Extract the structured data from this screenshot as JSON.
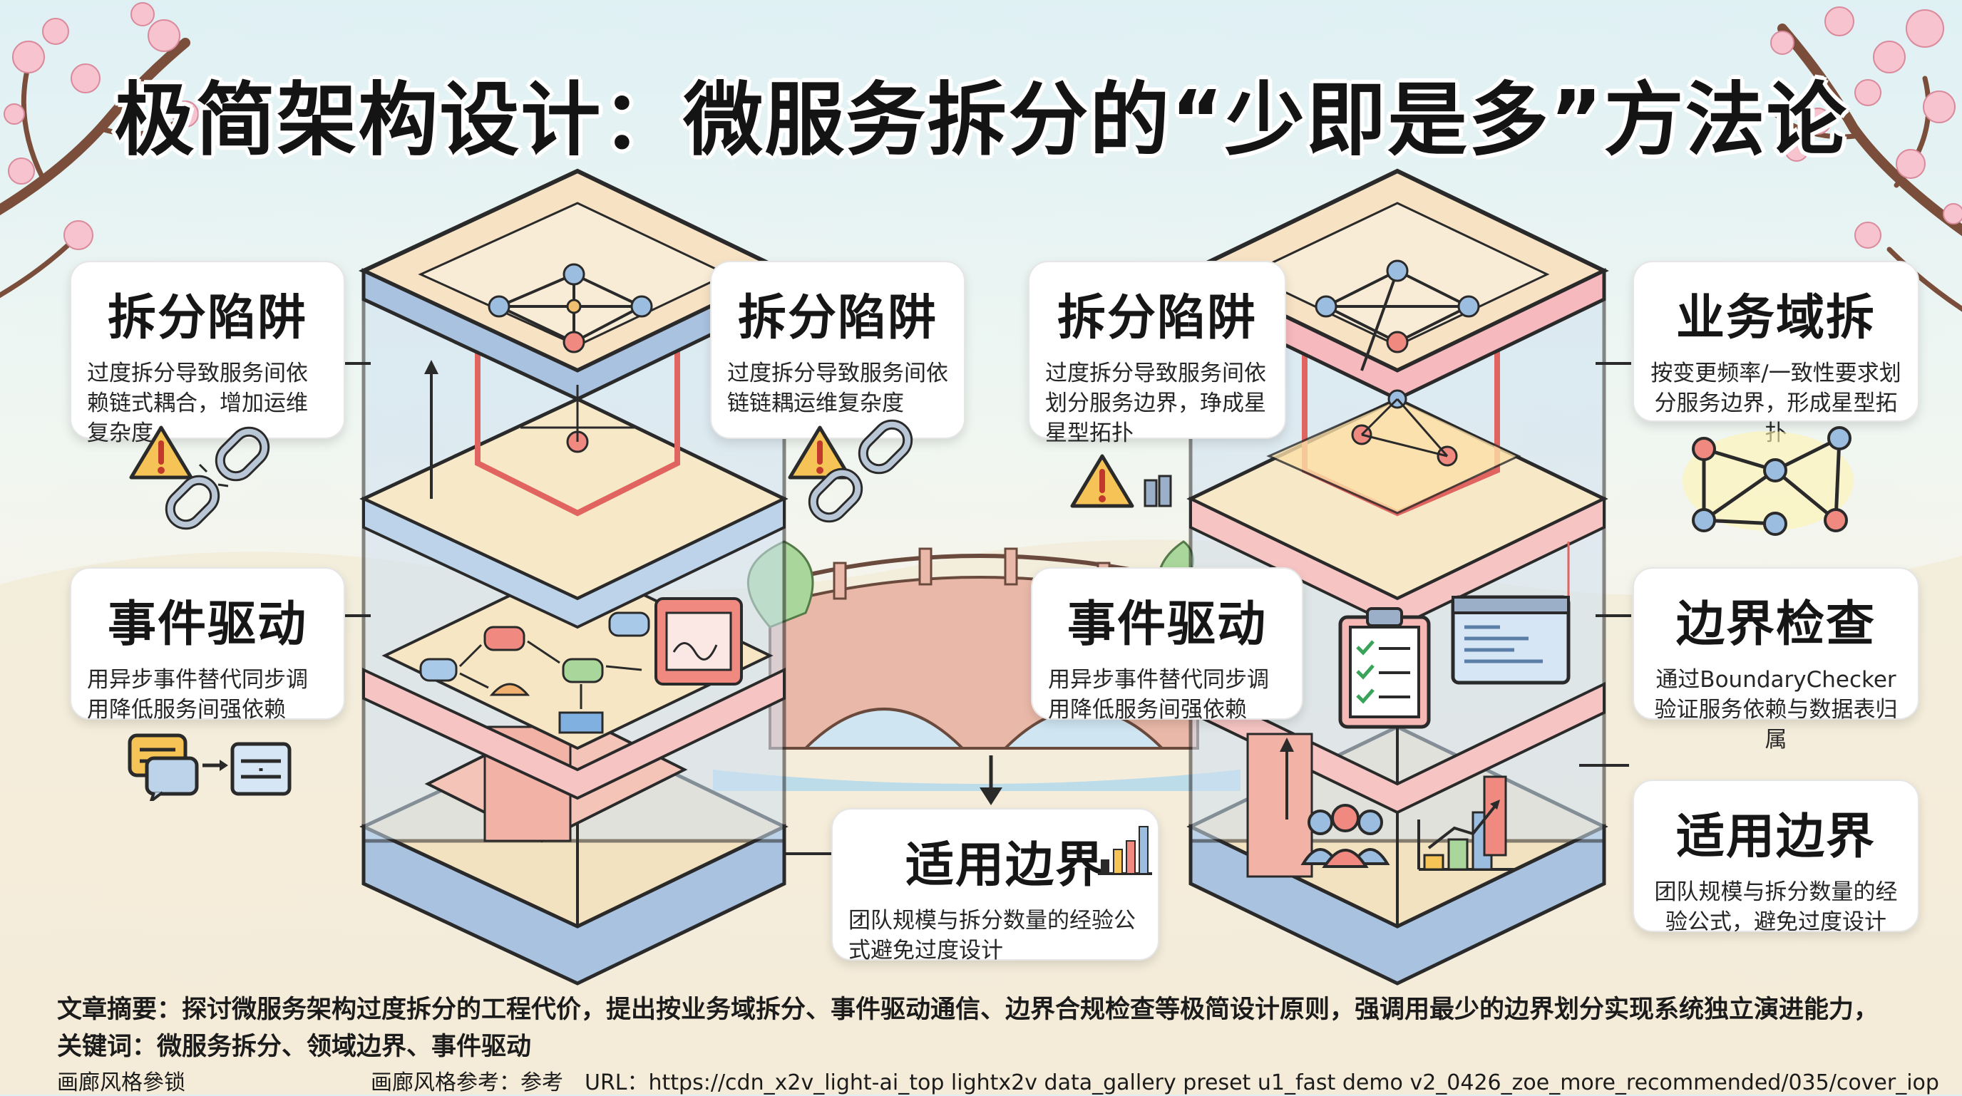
{
  "title": "极简架构设计：微服务拆分的“少即是多”方法论",
  "cards": {
    "trap_1": {
      "heading": "拆分陷阱",
      "body": "过度拆分导致服务间依赖链式耦合，增加运维复杂度"
    },
    "trap_2": {
      "heading": "拆分陷阱",
      "body": "过度拆分导致服务间依链链耦运维复杂度"
    },
    "trap_3": {
      "heading": "拆分陷阱",
      "body": "过度拆分导致服务间依划分服务边界，琤成星星型拓扑"
    },
    "domain_split": {
      "heading": "业务域拆",
      "body": "按变更频率/一致性要求划分服务边界，形成星型拓扑"
    },
    "event_1": {
      "heading": "事件驱动",
      "body": "用异步事件替代同步调用降低服务间强依赖"
    },
    "event_2": {
      "heading": "事件驱动",
      "body": "用异步事件替代同步调用降低服务间强依赖"
    },
    "boundary_check": {
      "heading": "边界检查",
      "body": "通过BoundaryChecker验证服务依赖与数据表归属"
    },
    "applicable_1": {
      "heading": "适用边界",
      "body": "团队规模与拆分数量的经验公式避免过度设计"
    },
    "applicable_2": {
      "heading": "适用边界",
      "body": "团队规模与拆分数量的经验公式，避免过度设计"
    }
  },
  "footer": {
    "summary": "文章摘要：探讨微服务架构过度拆分的工程代价，提出按业务域拆分、事件驱动通信、边界合规检查等极简设计原则，强调用最少的边界划分实现系统独立演进能力，",
    "keywords": "关键词：微服务拆分、领域边界、事件驱动",
    "style_left": "画廊风格參锁",
    "style_ref": "画廊风格参考：参考　URL：https://cdn_x2v_light-ai_top lightx2v data_gallery preset u1_fast demo v2_0426_zoe_more_recommended/035/cover_iop"
  },
  "icons": [
    "warning-icon",
    "broken-chain-icon",
    "chat-bubble-icon",
    "flowchart-icon",
    "star-topology-icon",
    "clipboard-checklist-icon",
    "code-window-icon",
    "bar-chart-icon",
    "team-icon",
    "down-arrow-icon"
  ],
  "colors": {
    "accent_red": "#e0645f",
    "glass_blue": "#bcd3ea",
    "floor_cream": "#f7e8c8",
    "trap_pink": "#f5b8b4"
  }
}
